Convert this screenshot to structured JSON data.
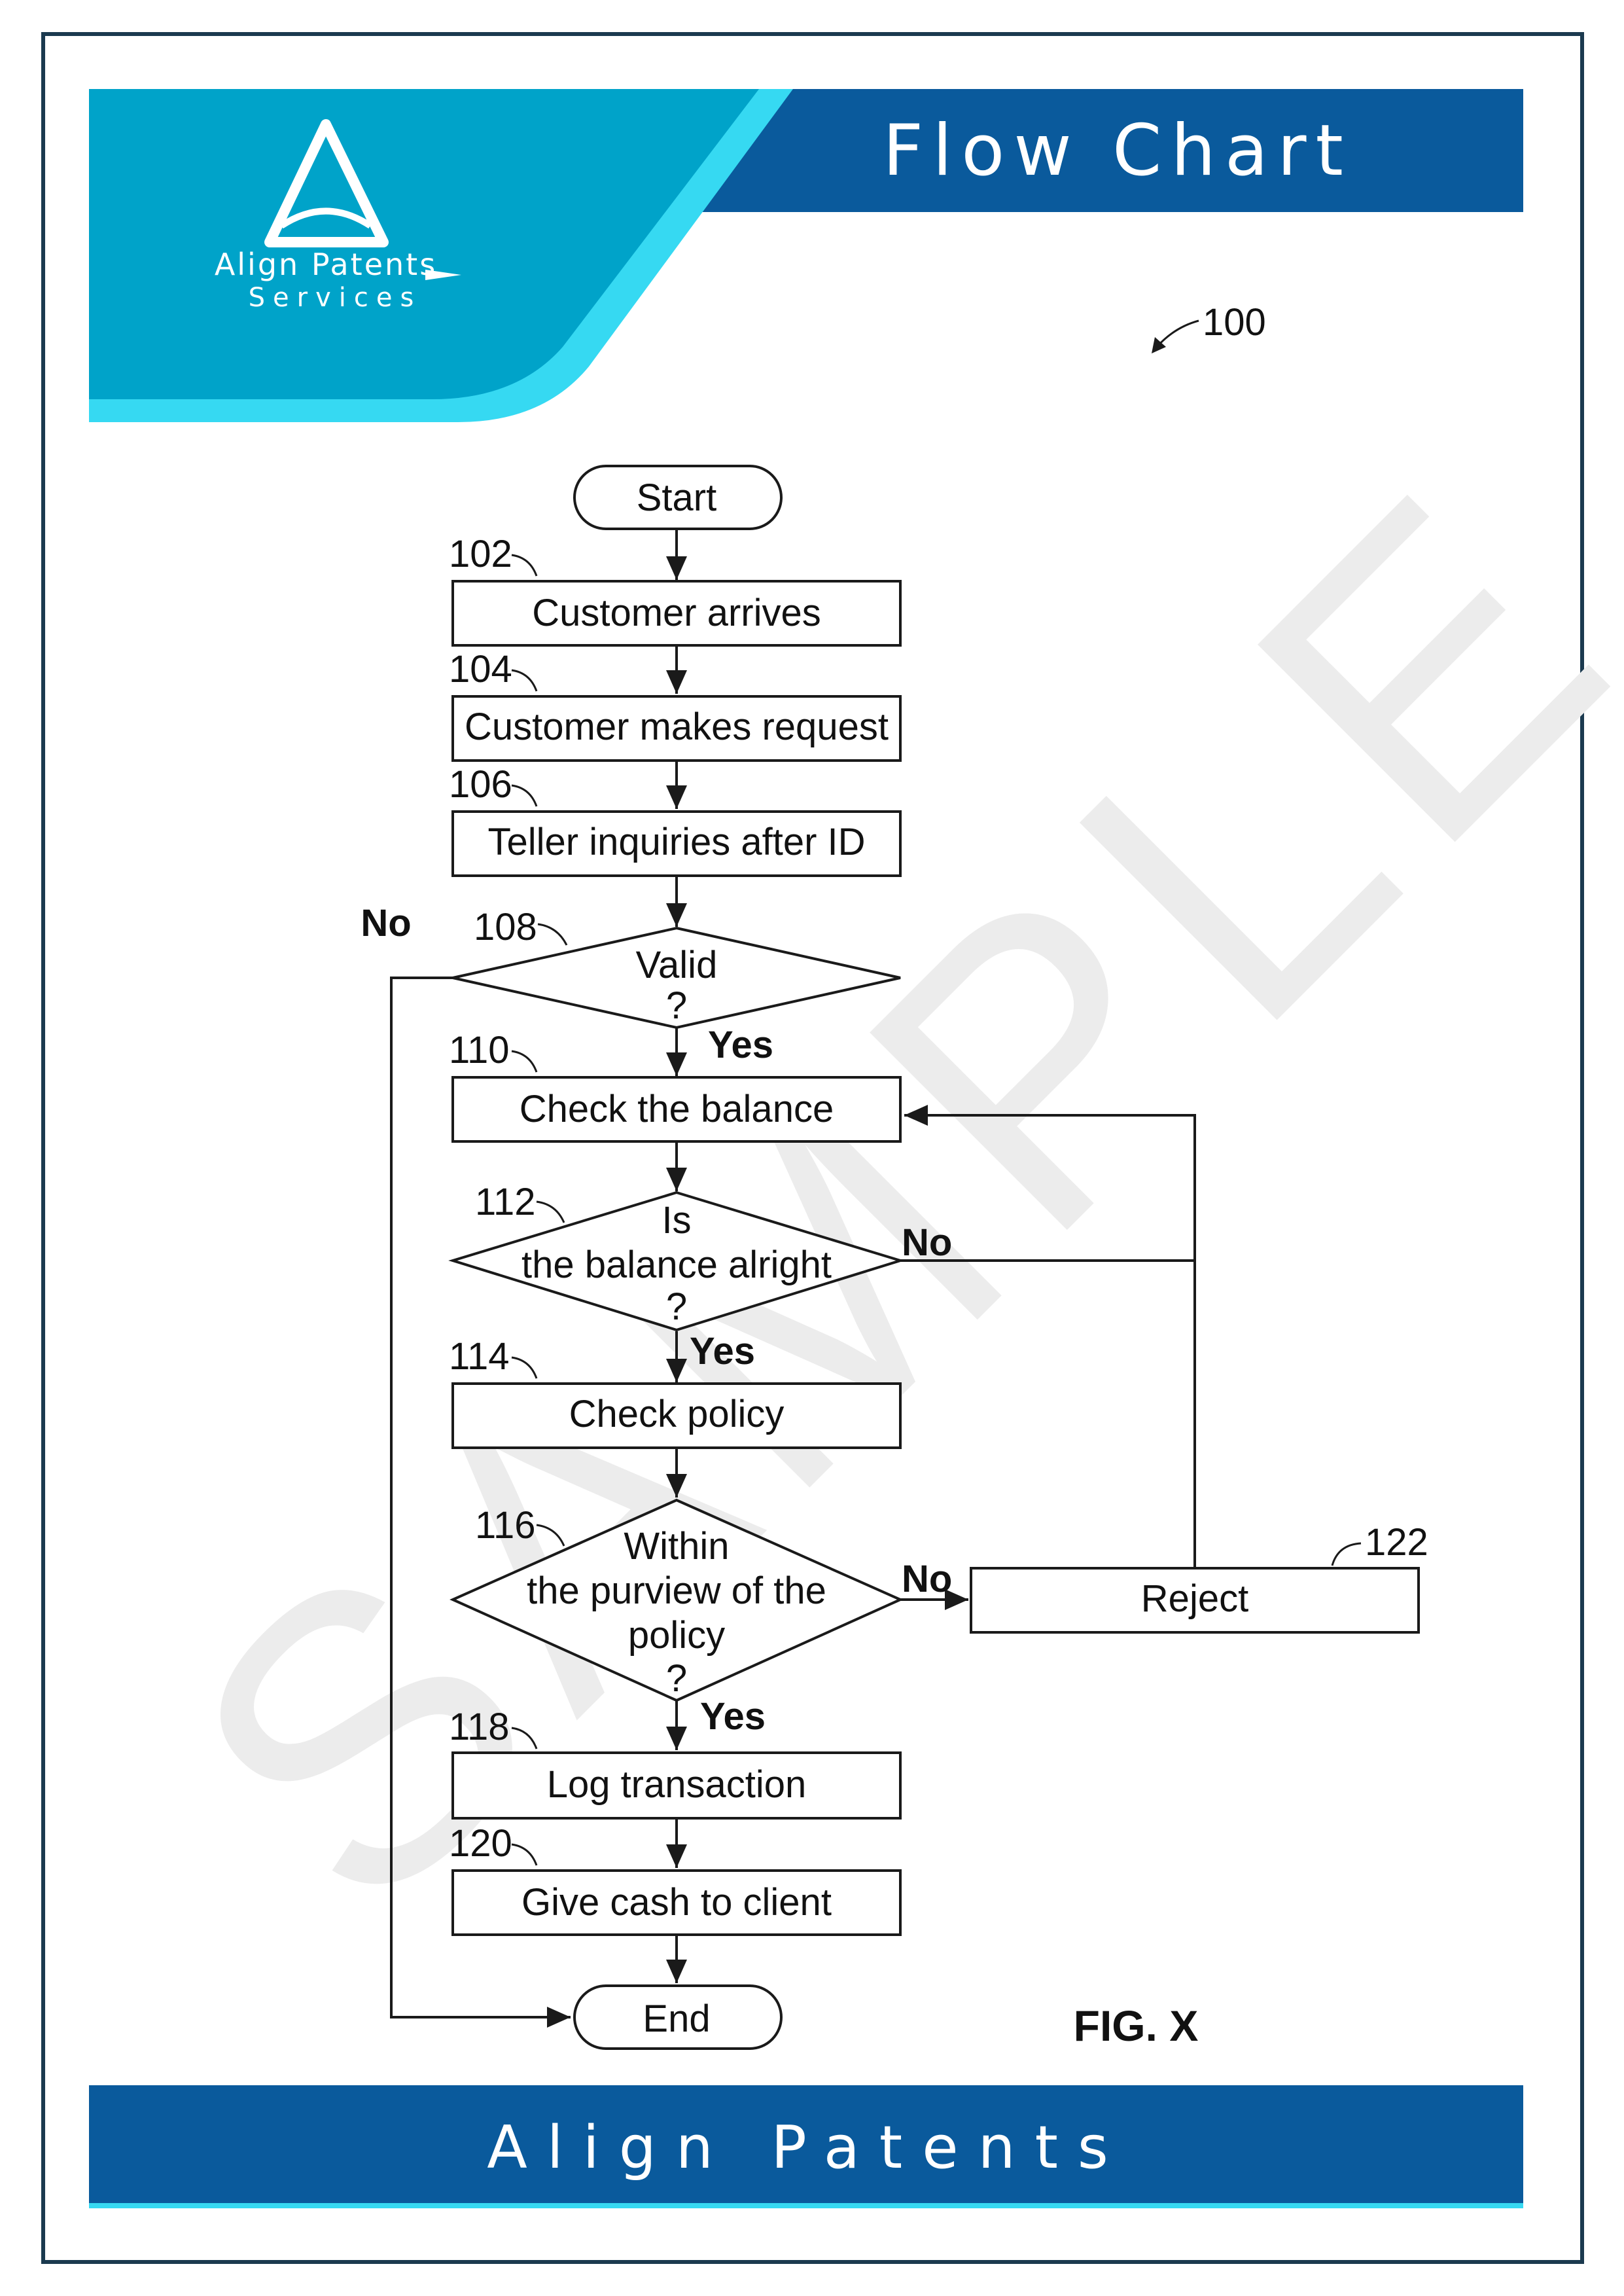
{
  "header": {
    "title": "Flow Chart",
    "logo_line1": "Align Patents",
    "logo_line2": "Services"
  },
  "footer": {
    "title": "Align Patents"
  },
  "watermark": "SAMPLE",
  "figure": {
    "ref_overall": "100",
    "caption": "FIG. X"
  },
  "nodes": {
    "start": {
      "text": [
        "Start"
      ]
    },
    "n102": {
      "ref": "102",
      "text": [
        "Customer arrives"
      ]
    },
    "n104": {
      "ref": "104",
      "text": [
        "Customer makes request"
      ]
    },
    "n106": {
      "ref": "106",
      "text": [
        "Teller inquiries after ID"
      ]
    },
    "n108": {
      "ref": "108",
      "text": [
        "Valid",
        "?"
      ]
    },
    "n110": {
      "ref": "110",
      "text": [
        "Check the balance"
      ]
    },
    "n112": {
      "ref": "112",
      "text": [
        "Is",
        "the balance alright",
        "?"
      ]
    },
    "n114": {
      "ref": "114",
      "text": [
        "Check policy"
      ]
    },
    "n116": {
      "ref": "116",
      "text": [
        "Within",
        "the purview of the",
        "policy",
        "?"
      ]
    },
    "n118": {
      "ref": "118",
      "text": [
        "Log transaction"
      ]
    },
    "n120": {
      "ref": "120",
      "text": [
        "Give cash to client"
      ]
    },
    "n122": {
      "ref": "122",
      "text": [
        "Reject"
      ]
    },
    "end": {
      "text": [
        "End"
      ]
    }
  },
  "edges": {
    "yes": "Yes",
    "no": "No"
  },
  "colors": {
    "header_blue": "#0a5a9c",
    "logo_teal": "#00a3c9",
    "logo_cyan": "#36d9f2",
    "frame": "#1b3a4f"
  }
}
